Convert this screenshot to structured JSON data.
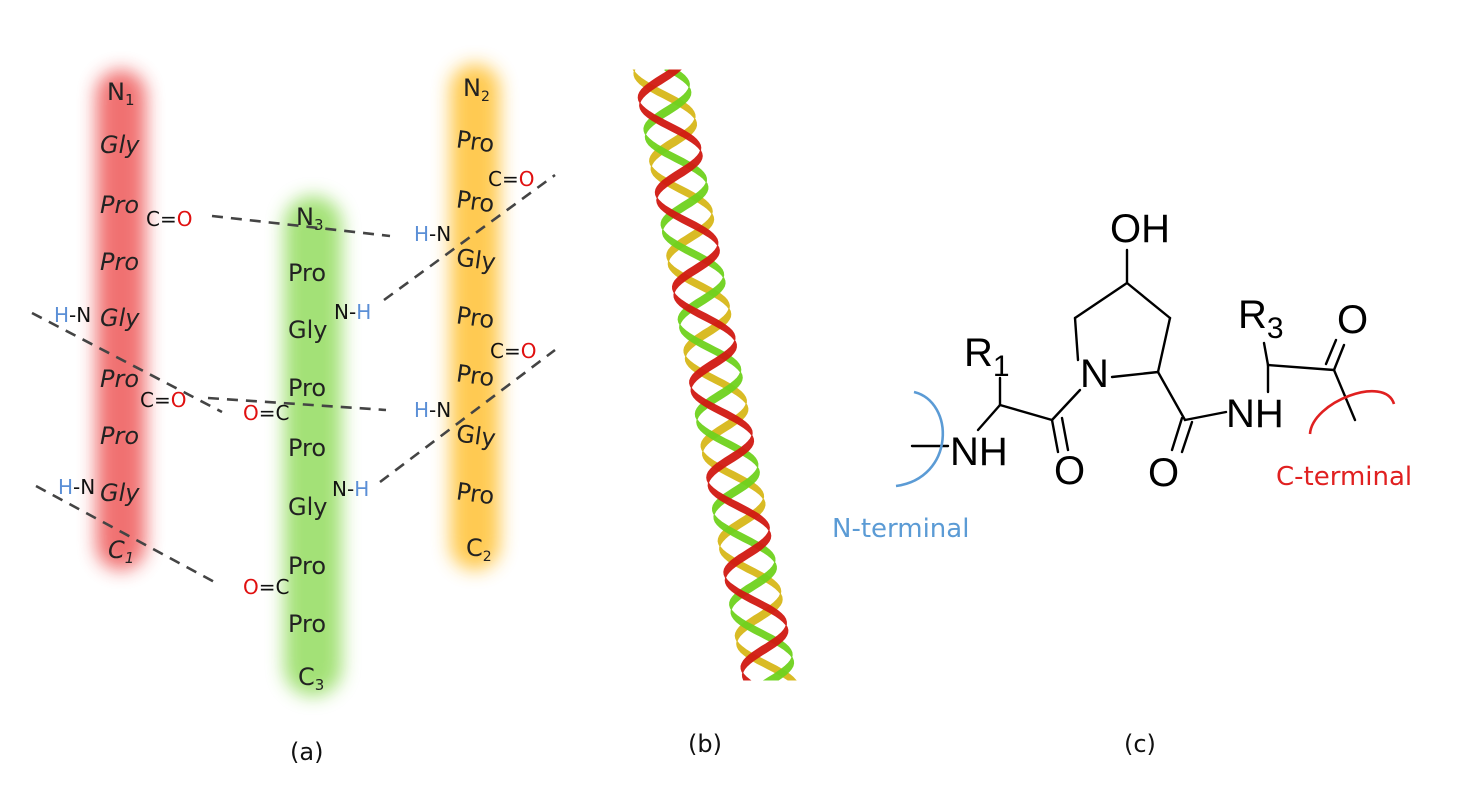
{
  "panel_a": {
    "strand1": {
      "start": "N",
      "start_sub": "1",
      "end": "C",
      "end_sub": "1",
      "residues": [
        "Gly",
        "Pro",
        "Pro",
        "Gly",
        "Pro",
        "Pro",
        "Gly"
      ]
    },
    "strand3": {
      "start": "N",
      "start_sub": "3",
      "end": "C",
      "end_sub": "3",
      "residues": [
        "Pro",
        "Gly",
        "Pro",
        "Pro",
        "Gly",
        "Pro",
        "Pro"
      ]
    },
    "strand2": {
      "start": "N",
      "start_sub": "2",
      "end": "C",
      "end_sub": "2",
      "residues": [
        "Pro",
        "Pro",
        "Gly",
        "Pro",
        "Pro",
        "Gly",
        "Pro"
      ]
    },
    "group_h": "H",
    "group_n": "N",
    "group_c": "C",
    "group_o": "O",
    "dash": "-",
    "eq": "=",
    "colors": {
      "strand1": "#f06a6a",
      "strand3": "#9fe070",
      "strand2": "#ffc84a",
      "oxygen": "#e01010",
      "hydrogen": "#5b8fd6"
    },
    "caption": "(a)"
  },
  "panel_b": {
    "caption": "(b)",
    "colors": {
      "red": "#d11a12",
      "green": "#6fd21e",
      "yellow": "#d7b81a"
    }
  },
  "panel_c": {
    "oh": "OH",
    "r1": "R",
    "r1_sub": "1",
    "r3": "R",
    "r3_sub": "3",
    "n_ring": "N",
    "nh": "NH",
    "o": "O",
    "n_terminal": "N-terminal",
    "c_terminal": "C-terminal",
    "colors": {
      "oh": "#1ea0e0",
      "n_terminal": "#5b9bd5",
      "c_terminal": "#e02020"
    },
    "caption": "(c)"
  }
}
